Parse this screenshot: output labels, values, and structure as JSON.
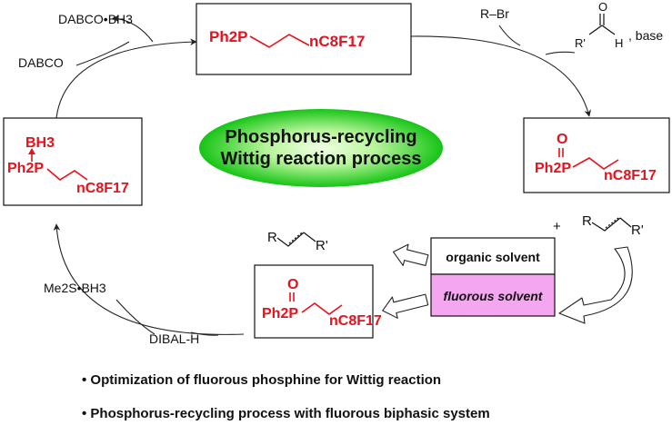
{
  "title": {
    "line1": "Phosphorus-recycling",
    "line2": "Wittig reaction process"
  },
  "reagents": {
    "dabco_bh3": "DABCO•BH3",
    "dabco": "DABCO",
    "alkyl_halide": "R–Br",
    "aldehyde_r": "R'",
    "aldehyde_h": "H",
    "aldehyde_o": "O",
    "base": ", base",
    "me2s_bh3": "Me2S•BH3",
    "dibal": "DIBAL-H",
    "plus": "+"
  },
  "molecules": {
    "phosphine": {
      "ph": "Ph2P",
      "chain": "nC8F17"
    },
    "oxide_right": {
      "o": "O",
      "ph": "Ph2P",
      "chain": "nC8F17"
    },
    "oxide_bottom": {
      "o": "O",
      "ph": "Ph2P",
      "chain": "nC8F17"
    },
    "borane": {
      "bh3": "BH3",
      "ph": "Ph2P",
      "chain": "nC8F17"
    },
    "alkene_top": {
      "r": "R",
      "r2": "R'"
    },
    "alkene_right": {
      "r": "R",
      "r2": "R'"
    }
  },
  "phases": {
    "organic": "organic solvent",
    "fluorous": "fluorous solvent"
  },
  "bullets": [
    "• Optimization of fluorous phosphine for Wittig reaction",
    "• Phosphorus-recycling process with fluorous biphasic system"
  ],
  "colors": {
    "structure_red": "#e8101a",
    "ellipse_center": "#ecffd8",
    "ellipse_edge": "#1ec81e",
    "fluorous_phase": "#f5a6f0"
  }
}
